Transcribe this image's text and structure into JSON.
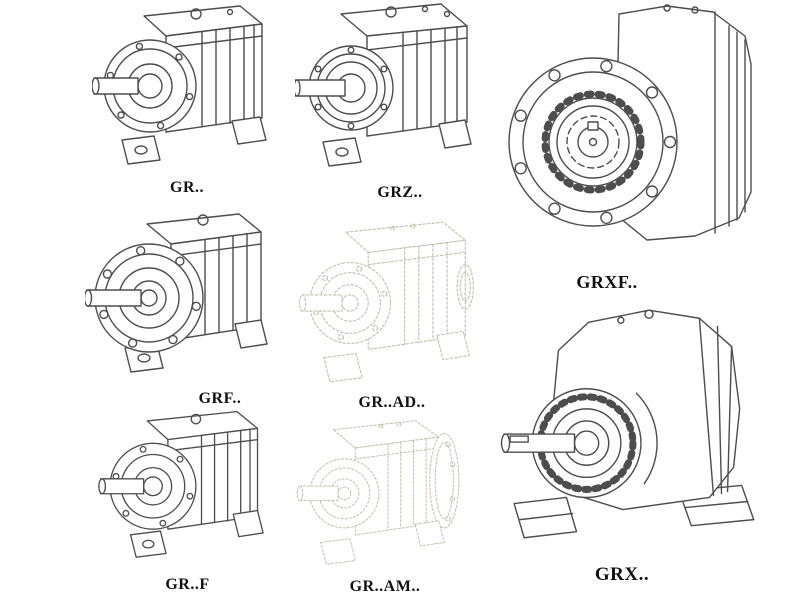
{
  "figures": [
    {
      "id": "gr",
      "label": "GR..",
      "style": "solid"
    },
    {
      "id": "grz",
      "label": "GRZ..",
      "style": "solid"
    },
    {
      "id": "grxf",
      "label": "GRXF..",
      "style": "solid"
    },
    {
      "id": "grf",
      "label": "GRF..",
      "style": "solid"
    },
    {
      "id": "gr-ad",
      "label": "GR..AD..",
      "style": "ghost"
    },
    {
      "id": "gr-f",
      "label": "GR..F",
      "style": "solid"
    },
    {
      "id": "gr-am",
      "label": "GR..AM..",
      "style": "ghost"
    },
    {
      "id": "grx",
      "label": "GRX..",
      "style": "solid"
    }
  ],
  "colors": {
    "background": "#ffffff",
    "line": "#4d4d4d",
    "ghost_line": "#c7beae",
    "label_text": "#111111"
  }
}
